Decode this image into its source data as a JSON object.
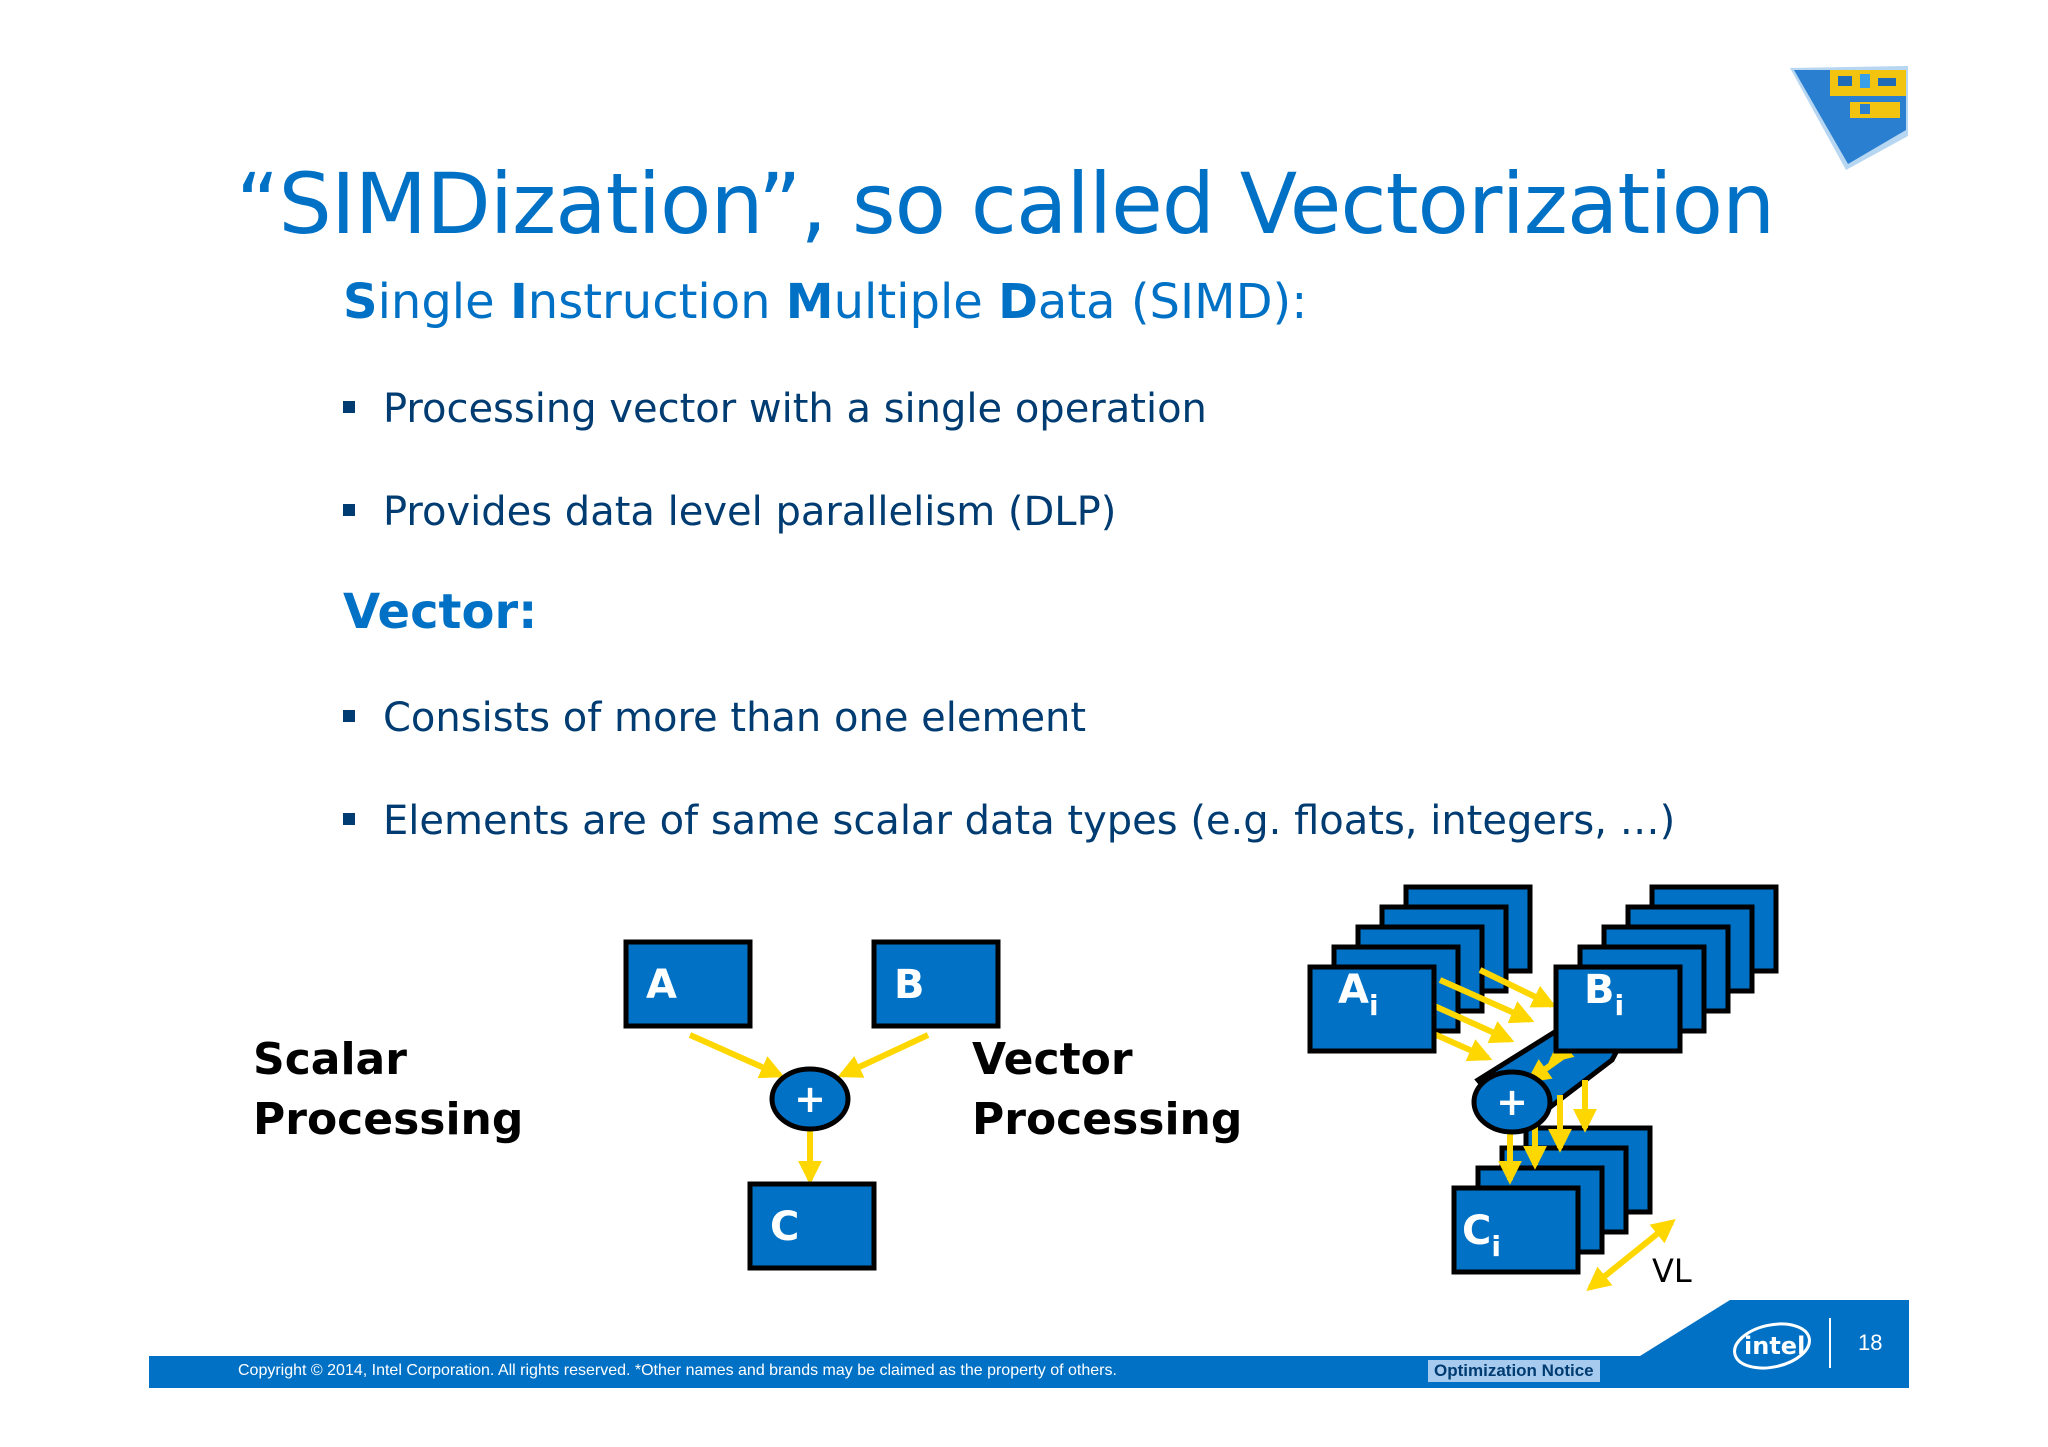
{
  "slide": {
    "title": "“SIMDization”, so called Vectorization",
    "simd_heading": {
      "parts": [
        {
          "text": "S",
          "bold": true
        },
        {
          "text": "ingle ",
          "bold": false
        },
        {
          "text": "I",
          "bold": true
        },
        {
          "text": "nstruction ",
          "bold": false
        },
        {
          "text": "M",
          "bold": true
        },
        {
          "text": "ultiple ",
          "bold": false
        },
        {
          "text": "D",
          "bold": true
        },
        {
          "text": "ata (SIMD):",
          "bold": false
        }
      ]
    },
    "simd_bullets": [
      "Processing vector with a single operation",
      "Provides data level parallelism (DLP)"
    ],
    "vector_heading": "Vector:",
    "vector_bullets": [
      "Consists of more than one element",
      "Elements are of same scalar data types (e.g. floats, integers, …)"
    ]
  },
  "diagram": {
    "scalar_label": [
      "Scalar",
      "Processing"
    ],
    "vector_label": [
      "Vector",
      "Processing"
    ],
    "scalar": {
      "a": "A",
      "b": "B",
      "c": "C",
      "op": "+"
    },
    "vector": {
      "a": "A",
      "b": "B",
      "c": "C",
      "sub": "i",
      "op": "+",
      "vl": "VL"
    },
    "colors": {
      "box": "#0071c5",
      "arrow": "#ffd700",
      "stroke": "#000000"
    }
  },
  "footer": {
    "copyright": "Copyright © 2014, Intel Corporation. All rights reserved. *Other names and brands may be claimed as the property of others.",
    "notice": "Optimization Notice",
    "page_number": "18",
    "logo_text": "intel"
  }
}
